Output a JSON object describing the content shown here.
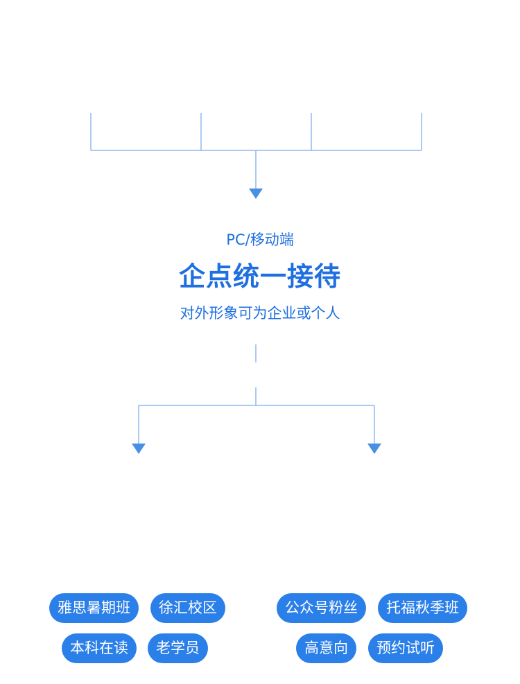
{
  "center": {
    "top_label": "PC/移动端",
    "title": "企点统一接待",
    "bottom_label": "对外形象可为企业或个人"
  },
  "tags": {
    "left": [
      "雅思暑期班",
      "徐汇校区",
      "本科在读",
      "老学员"
    ],
    "right": [
      "公众号粉丝",
      "托福秋季班",
      "高意向",
      "预约试听"
    ]
  },
  "colors": {
    "accent": "#1f6fe0",
    "tag_bg": "#2b7fe8",
    "line": "#8fb8f0",
    "arrow": "#4a90e2"
  }
}
